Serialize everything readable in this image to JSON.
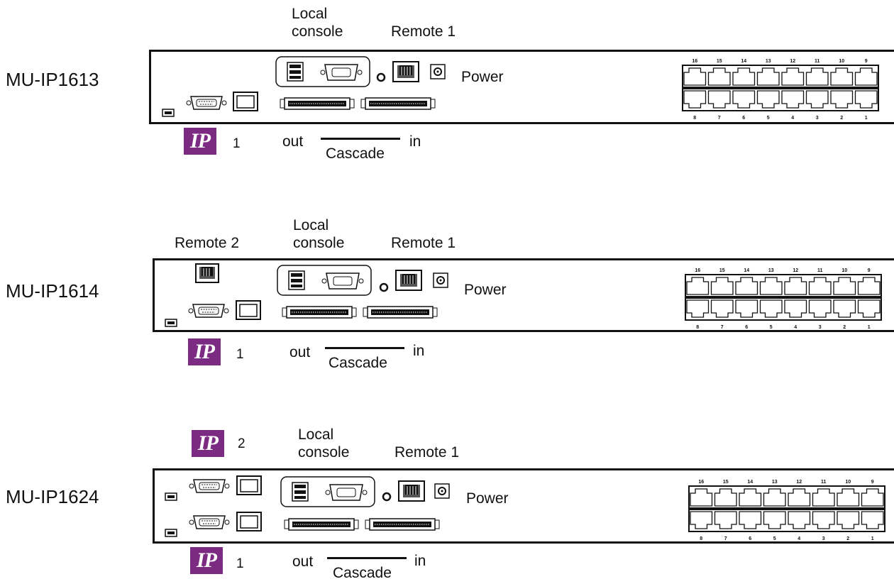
{
  "labels": {
    "local_console_line1": "Local",
    "local_console_line2": "console",
    "remote1": "Remote 1",
    "remote2": "Remote 2",
    "power": "Power",
    "out": "out",
    "in": "in",
    "cascade": "Cascade",
    "ip_logo": "IP"
  },
  "panels": [
    {
      "model": "MU-IP1613",
      "ip_ports": [
        "1"
      ]
    },
    {
      "model": "MU-IP1614",
      "ip_ports": [
        "1"
      ]
    },
    {
      "model": "MU-IP1624",
      "ip_ports": [
        "1",
        "2"
      ]
    }
  ],
  "port_numbers_top": [
    "16",
    "15",
    "14",
    "13",
    "12",
    "11",
    "10",
    "9"
  ],
  "port_numbers_bottom": [
    "8",
    "7",
    "6",
    "5",
    "4",
    "3",
    "2",
    "1"
  ],
  "colors": {
    "ip_badge": "#7b2b82",
    "line": "#111111"
  }
}
